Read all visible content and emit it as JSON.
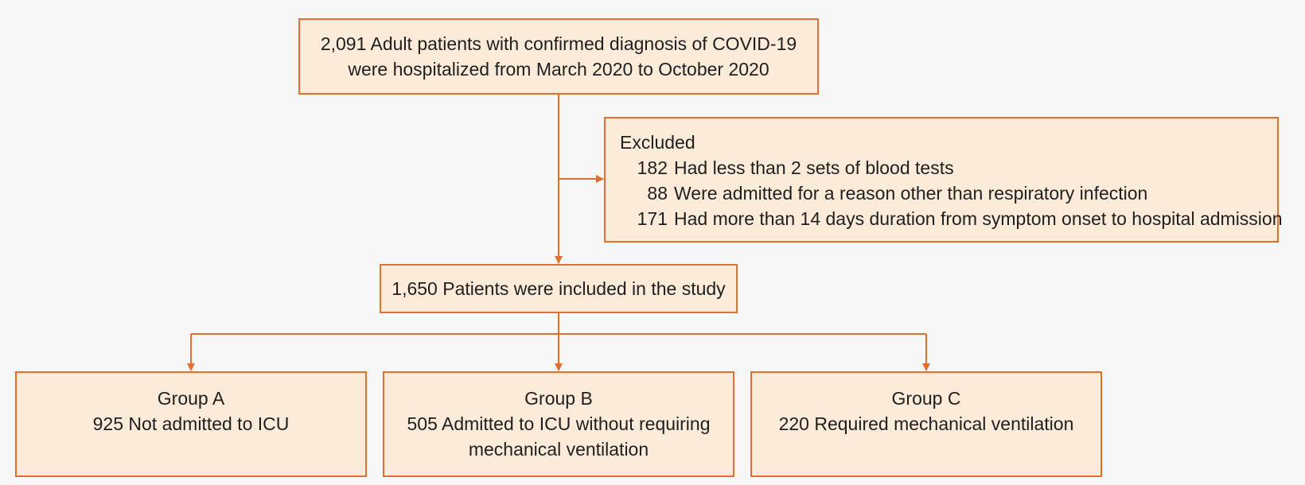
{
  "top_box": {
    "lines": [
      "2,091 Adult patients with confirmed diagnosis of COVID-19",
      "were hospitalized from March 2020 to October 2020"
    ]
  },
  "excluded_box": {
    "title": "Excluded",
    "items": [
      {
        "count": "182",
        "reason": "Had less than 2 sets of blood tests"
      },
      {
        "count": "88",
        "reason": "Were admitted for a reason other than respiratory infection"
      },
      {
        "count": "171",
        "reason": "Had more than 14 days duration from symptom onset to hospital admission"
      }
    ]
  },
  "included_box": {
    "text": "1,650 Patients were included in the study"
  },
  "groups": [
    {
      "title": "Group A",
      "lines": [
        "925 Not admitted to ICU"
      ]
    },
    {
      "title": "Group B",
      "lines": [
        "505 Admitted to ICU without requiring",
        "mechanical ventilation"
      ]
    },
    {
      "title": "Group C",
      "lines": [
        "220 Required mechanical ventilation"
      ]
    }
  ],
  "colors": {
    "box_fill": "#fdebd9",
    "box_border": "#e26f2d",
    "arrow": "#e26f2d"
  }
}
